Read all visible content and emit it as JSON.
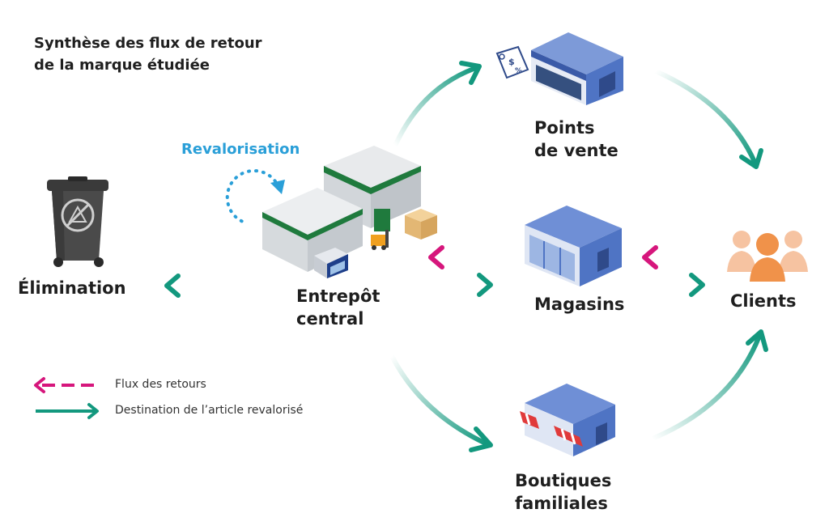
{
  "title": "Synthèse des flux de retour\nde la marque étudiée",
  "revalorisation": "Revalorisation",
  "nodes": {
    "elimination": "Élimination",
    "entrepot": "Entrepôt",
    "entrepot2": "central",
    "points_vente": "Points",
    "points_vente2": "de vente",
    "magasins": "Magasins",
    "clients": "Clients",
    "boutiques": "Boutiques",
    "boutiques2": "familiales"
  },
  "legend": {
    "returns": "Flux des retours",
    "destination": "Destination de l’article revalorisé"
  },
  "colors": {
    "teal": "#13987e",
    "magenta": "#d6167c",
    "blue": "#2a9fd8",
    "building": "#4f74c4",
    "orange": "#f0924a"
  }
}
